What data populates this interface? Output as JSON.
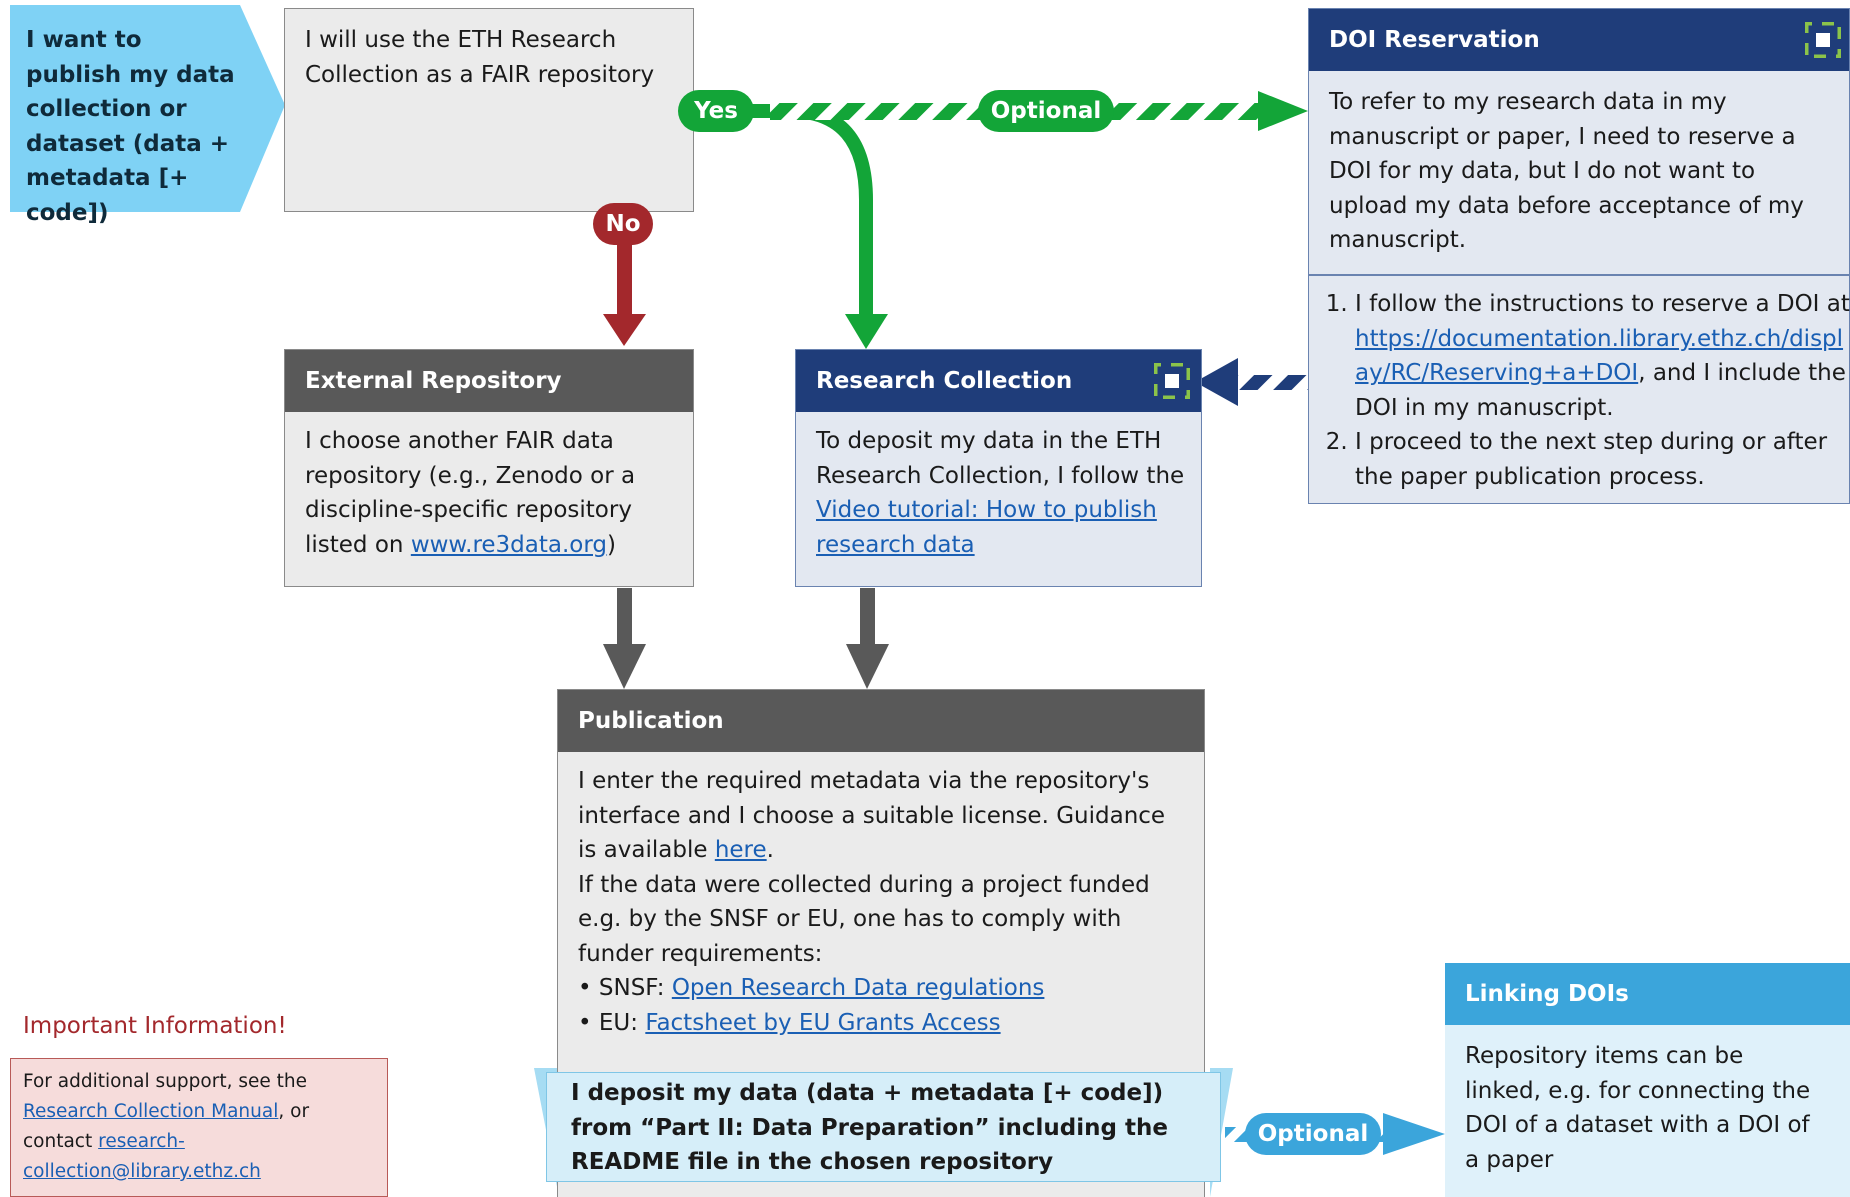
{
  "start": {
    "text": "I want to publish my data collection or dataset (data + metadata [+ code])"
  },
  "decision": {
    "text": "I will use the ETH Research Collection as a FAIR repository",
    "yes_label": "Yes",
    "no_label": "No",
    "optional_label": "Optional"
  },
  "doi_reservation": {
    "title": "DOI Reservation",
    "intro": "To refer to my research data in my manuscript or paper, I need to reserve a DOI for my data, but I do not want to upload my data before acceptance of my manuscript.",
    "step1_pre": "I follow the instructions to reserve a DOI at ",
    "step1_link": "https://documentation.library.ethz.ch/display/RC/Reserving+a+DOI",
    "step1_post": ", and I include the DOI in my manuscript.",
    "step2": "I proceed to the next step during or after the paper publication process."
  },
  "external_repository": {
    "title": "External Repository",
    "text_pre": "I choose another FAIR data repository (e.g., Zenodo or a discipline-specific repository listed on ",
    "link": "www.re3data.org",
    "text_post": ")"
  },
  "research_collection": {
    "title": "Research Collection",
    "text_pre": "To deposit my data in the ETH Research Collection, I follow the ",
    "link": "Video tutorial: How to publish research data"
  },
  "publication": {
    "title": "Publication",
    "para1_pre": "I enter the required metadata via the repository's interface and I choose a suitable license. Guidance is available ",
    "para1_link": "here",
    "para1_post": ".",
    "para2": "If the data were collected during a project funded e.g. by the SNSF or EU, one has to comply with funder requirements:",
    "bullets": [
      {
        "label": "SNSF: ",
        "link": "Open Research Data regulations"
      },
      {
        "label": "EU: ",
        "link": "Factsheet by EU Grants Access"
      }
    ],
    "deposit": "I deposit my data (data + metadata [+ code]) from “Part II: Data Preparation” including the README file in the chosen repository",
    "optional_label": "Optional"
  },
  "important": {
    "title": "Important Information!",
    "text_pre": "For additional support, see the ",
    "link1": "Research Collection Manual",
    "text_mid": ", or contact ",
    "link2": "research-collection@library.ethz.ch"
  },
  "linking_dois": {
    "title": "Linking DOIs",
    "text": "Repository items can be linked, e.g. for connecting the DOI of a dataset with a DOI of a paper"
  },
  "colors": {
    "green": "#13a538",
    "red": "#a3282c",
    "navy": "#1f3d7a",
    "cyan": "#3ba5db",
    "light_blue": "#7fd2f5",
    "dark_gray": "#595959"
  }
}
